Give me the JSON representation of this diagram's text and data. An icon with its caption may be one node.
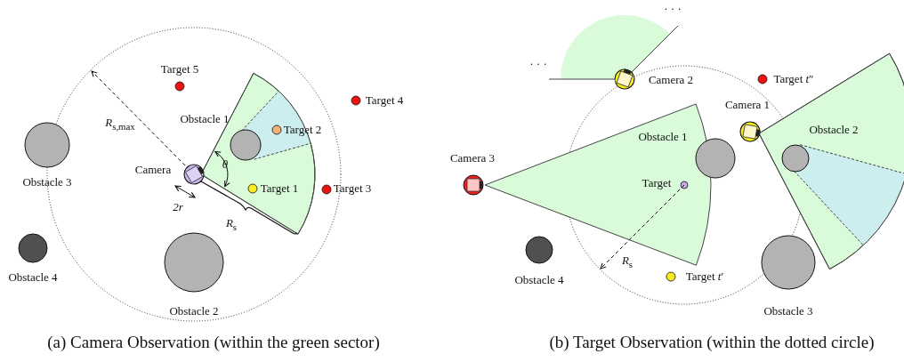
{
  "diagram": {
    "labels": [
      "Target 5",
      "Target 4",
      "*R*$_{s,max}$",
      "Obstacle 1",
      "Target 2",
      "Obstacle 3",
      "Camera",
      "*θ*",
      "Target 1",
      "Target 3",
      "2r",
      "*R*$_{s}$",
      "Obstacle 4",
      "Obstacle 2",
      "· · ·",
      "· · ·",
      "Camera 2",
      "Target *t*″",
      "Camera 1",
      "Obstacle 1",
      "Obstacle 2",
      "Camera 3",
      "Target",
      "Obstacle 4",
      "*R*$_{s}$",
      "Target *t*′",
      "Obstacle 3",
      "(a) Camera Observation (within the green sector)",
      "(b) Target Observation (within the dotted circle)"
    ]
  }
}
